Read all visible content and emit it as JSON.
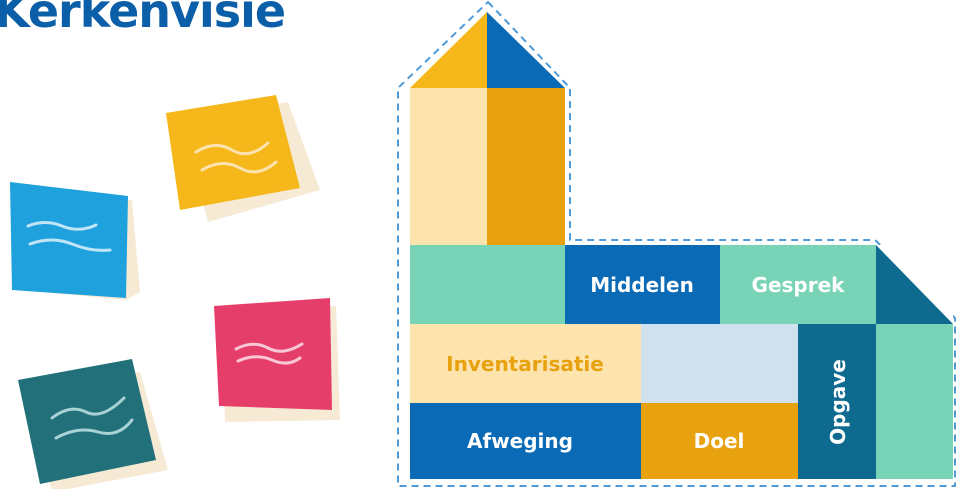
{
  "title": "Kerkenvisie",
  "blocks": {
    "middelen": "Middelen",
    "gesprek": "Gesprek",
    "inventarisatie": "Inventarisatie",
    "afweging": "Afweging",
    "doel": "Doel",
    "opgave": "Opgave"
  },
  "colors": {
    "title": "#0b5ea8",
    "blue_dark": "#0a6ab5",
    "blue_medium": "#1f86c9",
    "teal_light": "#79d3b7",
    "teal_dark": "#0e6b8f",
    "orange": "#e8a20f",
    "orange_light": "#f5b71a",
    "cream": "#fde3ae",
    "light_blue": "#cfe1ef",
    "pink": "#e63e6a",
    "sticky_blue": "#1fa1de",
    "sticky_teal": "#21707a"
  }
}
